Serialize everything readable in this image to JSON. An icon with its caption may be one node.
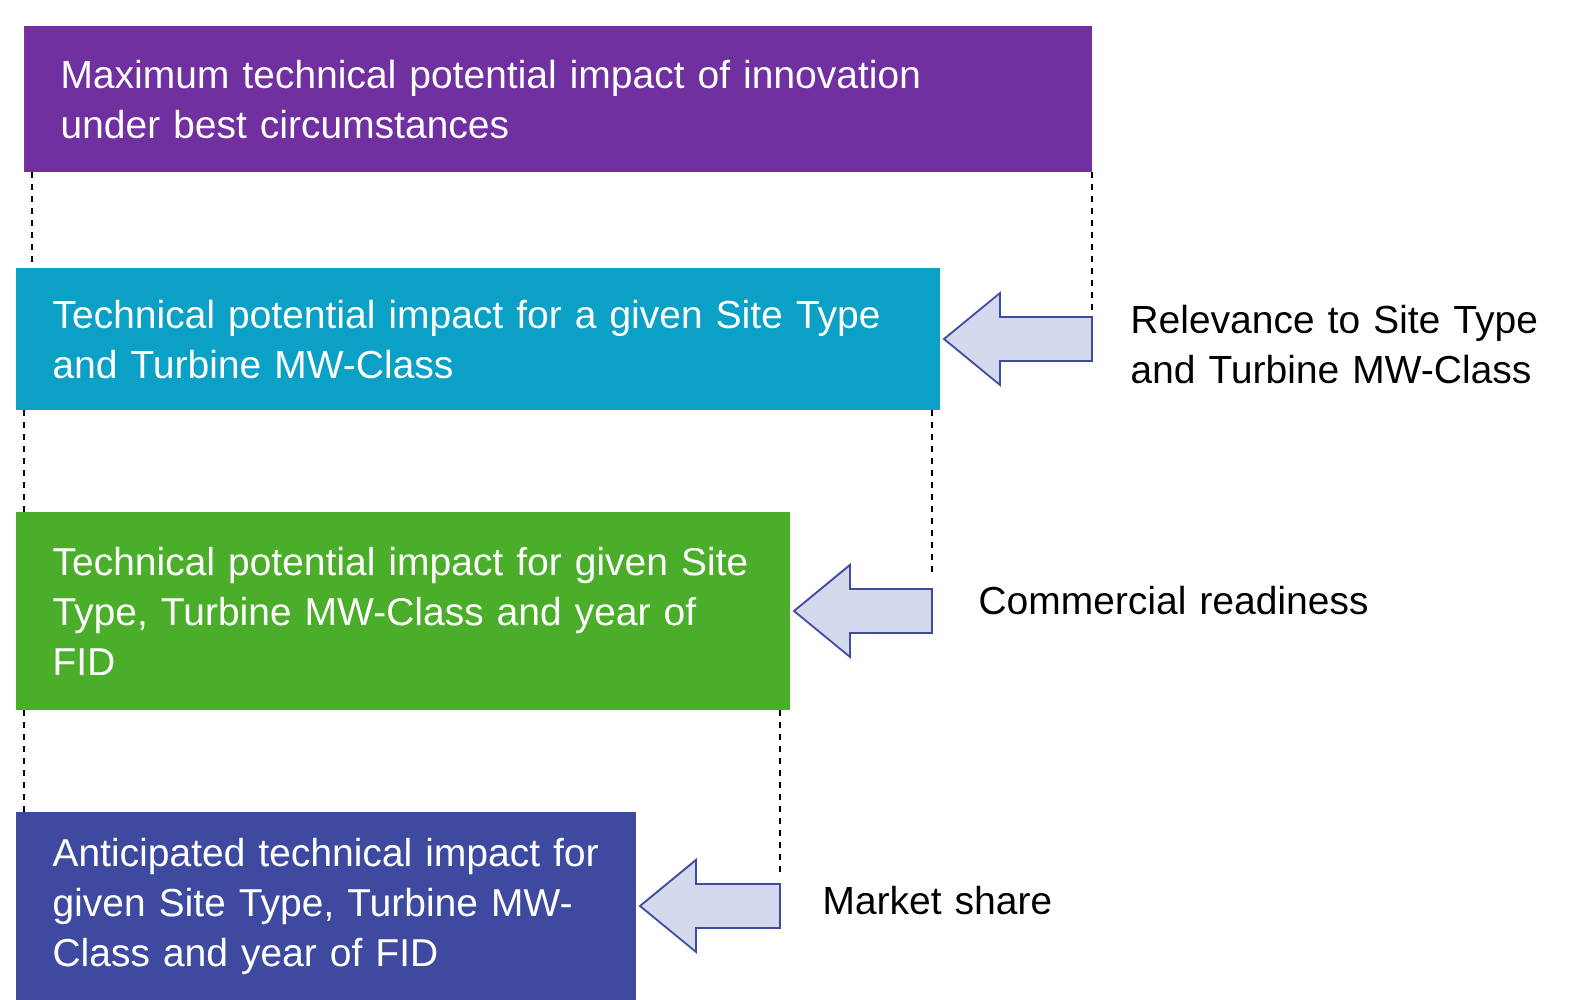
{
  "diagram": {
    "nodes": [
      {
        "text": [
          "Maximum technical potential impact of innovation under best circumstances"
        ]
      },
      {
        "text": [
          "Technical potential impact for a given Site Type and Turbine MW-Class"
        ]
      },
      {
        "text": [
          "Technical potential impact for given Site Type, Turbine MW-Class and year of FID"
        ]
      },
      {
        "text": [
          "Anticipated technical impact for given Site Type, Turbine MW-Class and year of FID"
        ]
      },
      {
        "text": [
          "Relevance to Site Type and Turbine MW-Class"
        ]
      },
      {
        "text": [
          "Commercial readiness"
        ]
      },
      {
        "text": [
          "Market share"
        ]
      }
    ],
    "edges": [
      {
        "from": 4,
        "to": 1,
        "arrow": "to"
      },
      {
        "from": 5,
        "to": 2,
        "arrow": "to"
      },
      {
        "from": 6,
        "to": 3,
        "arrow": "to"
      },
      {
        "from": 0,
        "to": 1,
        "arrow": "none",
        "style": "dashed"
      },
      {
        "from": 1,
        "to": 2,
        "arrow": "none",
        "style": "dashed"
      },
      {
        "from": 2,
        "to": 3,
        "arrow": "none",
        "style": "dashed"
      }
    ]
  }
}
